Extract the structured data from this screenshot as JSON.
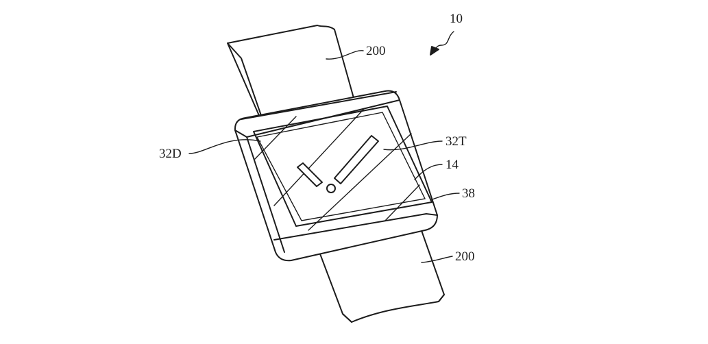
{
  "figure": {
    "labels": {
      "assembly": "10",
      "band_top": "200",
      "band_bottom": "200",
      "display": "32D",
      "touch": "32T",
      "cover": "14",
      "housing": "38"
    }
  }
}
